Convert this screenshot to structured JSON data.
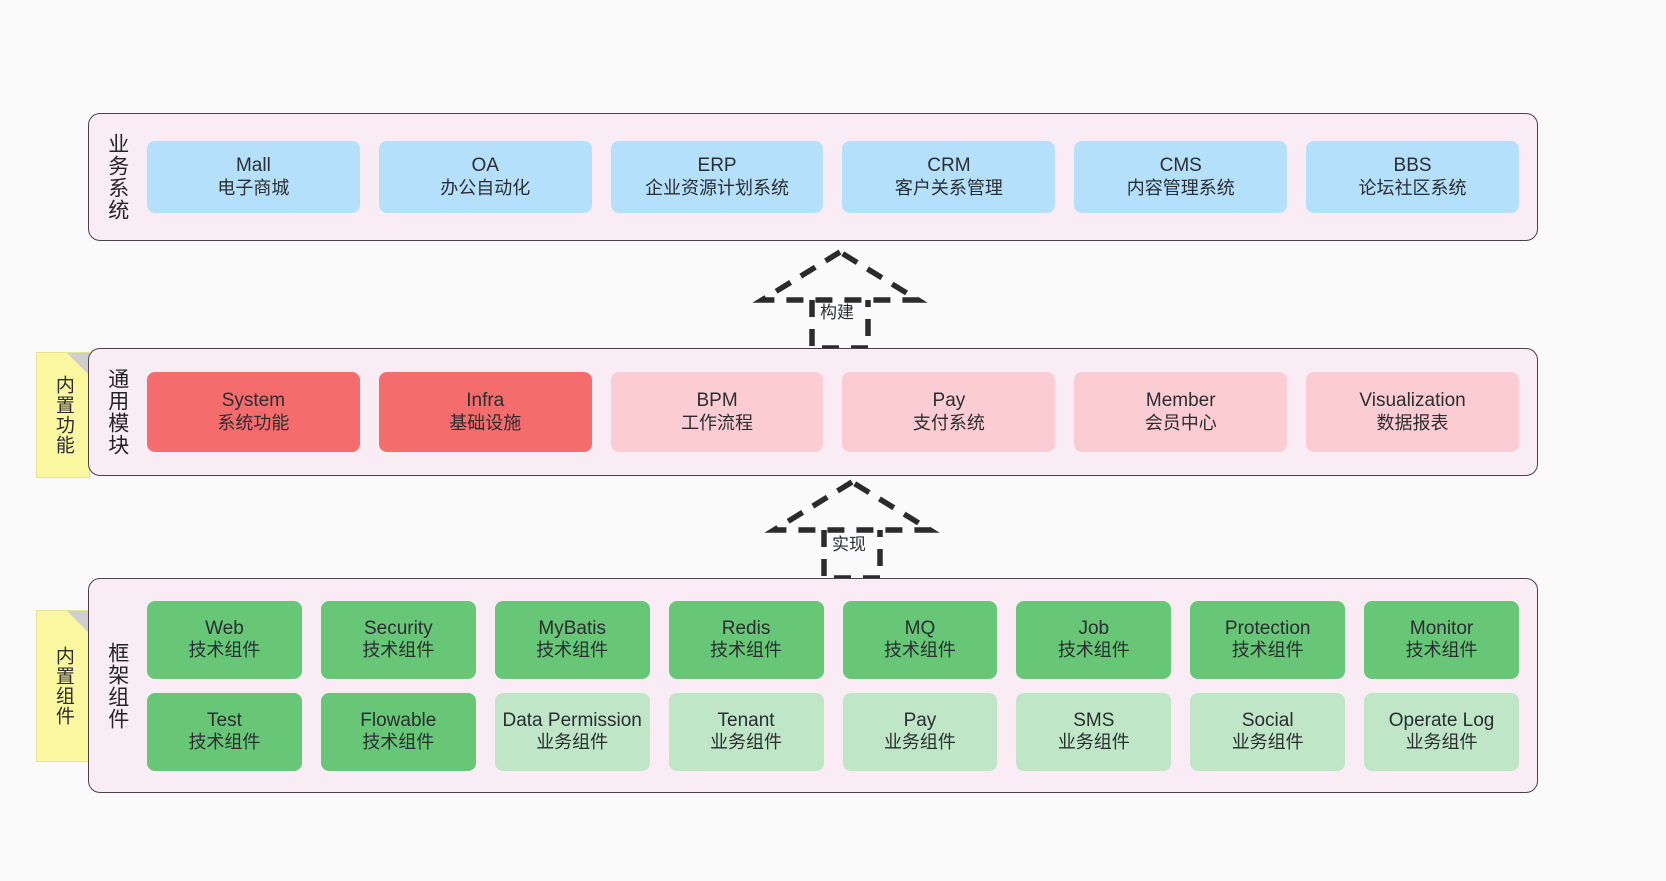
{
  "diagram": {
    "background_color": "#fafafa",
    "layer_fill": "#f9ecf5",
    "layer_border": "#4a414b",
    "sticky_color": "#fbf7a0",
    "palette": {
      "blue": "#b4e0fb",
      "red_strong": "#f56c6c",
      "red_soft": "#fbcdd2",
      "green_strong": "#67c777",
      "green_soft": "#bfe6c6"
    }
  },
  "layers": {
    "business": {
      "title": "业务系统",
      "rows": [
        [
          {
            "en": "Mall",
            "cn": "电子商城",
            "style": "c-blue"
          },
          {
            "en": "OA",
            "cn": "办公自动化",
            "style": "c-blue"
          },
          {
            "en": "ERP",
            "cn": "企业资源计划系统",
            "style": "c-blue"
          },
          {
            "en": "CRM",
            "cn": "客户关系管理",
            "style": "c-blue"
          },
          {
            "en": "CMS",
            "cn": "内容管理系统",
            "style": "c-blue"
          },
          {
            "en": "BBS",
            "cn": "论坛社区系统",
            "style": "c-blue"
          }
        ]
      ]
    },
    "common": {
      "title": "通用模块",
      "sticky": "内置功能",
      "rows": [
        [
          {
            "en": "System",
            "cn": "系统功能",
            "style": "c-red-strong"
          },
          {
            "en": "Infra",
            "cn": "基础设施",
            "style": "c-red-strong"
          },
          {
            "en": "BPM",
            "cn": "工作流程",
            "style": "c-red-soft"
          },
          {
            "en": "Pay",
            "cn": "支付系统",
            "style": "c-red-soft"
          },
          {
            "en": "Member",
            "cn": "会员中心",
            "style": "c-red-soft"
          },
          {
            "en": "Visualization",
            "cn": "数据报表",
            "style": "c-red-soft"
          }
        ]
      ]
    },
    "framework": {
      "title": "框架组件",
      "sticky": "内置组件",
      "rows": [
        [
          {
            "en": "Web",
            "cn": "技术组件",
            "style": "c-green-strong"
          },
          {
            "en": "Security",
            "cn": "技术组件",
            "style": "c-green-strong"
          },
          {
            "en": "MyBatis",
            "cn": "技术组件",
            "style": "c-green-strong"
          },
          {
            "en": "Redis",
            "cn": "技术组件",
            "style": "c-green-strong"
          },
          {
            "en": "MQ",
            "cn": "技术组件",
            "style": "c-green-strong"
          },
          {
            "en": "Job",
            "cn": "技术组件",
            "style": "c-green-strong"
          },
          {
            "en": "Protection",
            "cn": "技术组件",
            "style": "c-green-strong"
          },
          {
            "en": "Monitor",
            "cn": "技术组件",
            "style": "c-green-strong"
          }
        ],
        [
          {
            "en": "Test",
            "cn": "技术组件",
            "style": "c-green-strong"
          },
          {
            "en": "Flowable",
            "cn": "技术组件",
            "style": "c-green-strong"
          },
          {
            "en": "Data Permission",
            "cn": "业务组件",
            "style": "c-green-soft",
            "wrap": true
          },
          {
            "en": "Tenant",
            "cn": "业务组件",
            "style": "c-green-soft"
          },
          {
            "en": "Pay",
            "cn": "业务组件",
            "style": "c-green-soft"
          },
          {
            "en": "SMS",
            "cn": "业务组件",
            "style": "c-green-soft"
          },
          {
            "en": "Social",
            "cn": "业务组件",
            "style": "c-green-soft"
          },
          {
            "en": "Operate Log",
            "cn": "业务组件",
            "style": "c-green-soft"
          }
        ]
      ]
    }
  },
  "connectors": [
    {
      "id": "build",
      "label": "构建",
      "from": "common",
      "to": "business",
      "style": "dashed-generalization"
    },
    {
      "id": "realize",
      "label": "实现",
      "from": "framework",
      "to": "common",
      "style": "dashed-generalization"
    }
  ]
}
